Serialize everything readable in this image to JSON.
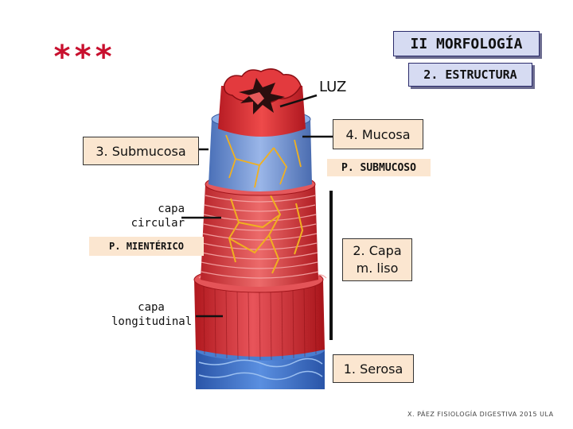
{
  "header": {
    "marker": "***",
    "title": "II MORFOLOGÍA",
    "subtitle": "2. ESTRUCTURA"
  },
  "labels": {
    "luz": "LUZ",
    "submucosa": "3. Submucosa",
    "mucosa": "4. Mucosa",
    "plexo_submucoso": "P. SUBMUCOSO",
    "capa_circular_line1": "capa",
    "capa_circular_line2": "circular",
    "plexo_mienterico": "P. MIENTÉRICO",
    "capa_musculo_line1": "2. Capa",
    "capa_musculo_line2": "m. liso",
    "capa_longitudinal_line1": "capa",
    "capa_longitudinal_line2": "longitudinal",
    "serosa": "1. Serosa"
  },
  "footer": "X. PÁEZ   FISIOLOGÍA DIGESTIVA 2015   ULA",
  "colors": {
    "accent_red": "#c8102e",
    "mucosa_red": "#d8282f",
    "submucosa_blue": "#6f8fd0",
    "serosa_blue": "#3a6fc8",
    "muscle_red": "#e0464a",
    "nerve_yellow": "#f0b020",
    "label_box_bg": "#fbe6d0",
    "title_box_bg": "#d6dbf2"
  }
}
